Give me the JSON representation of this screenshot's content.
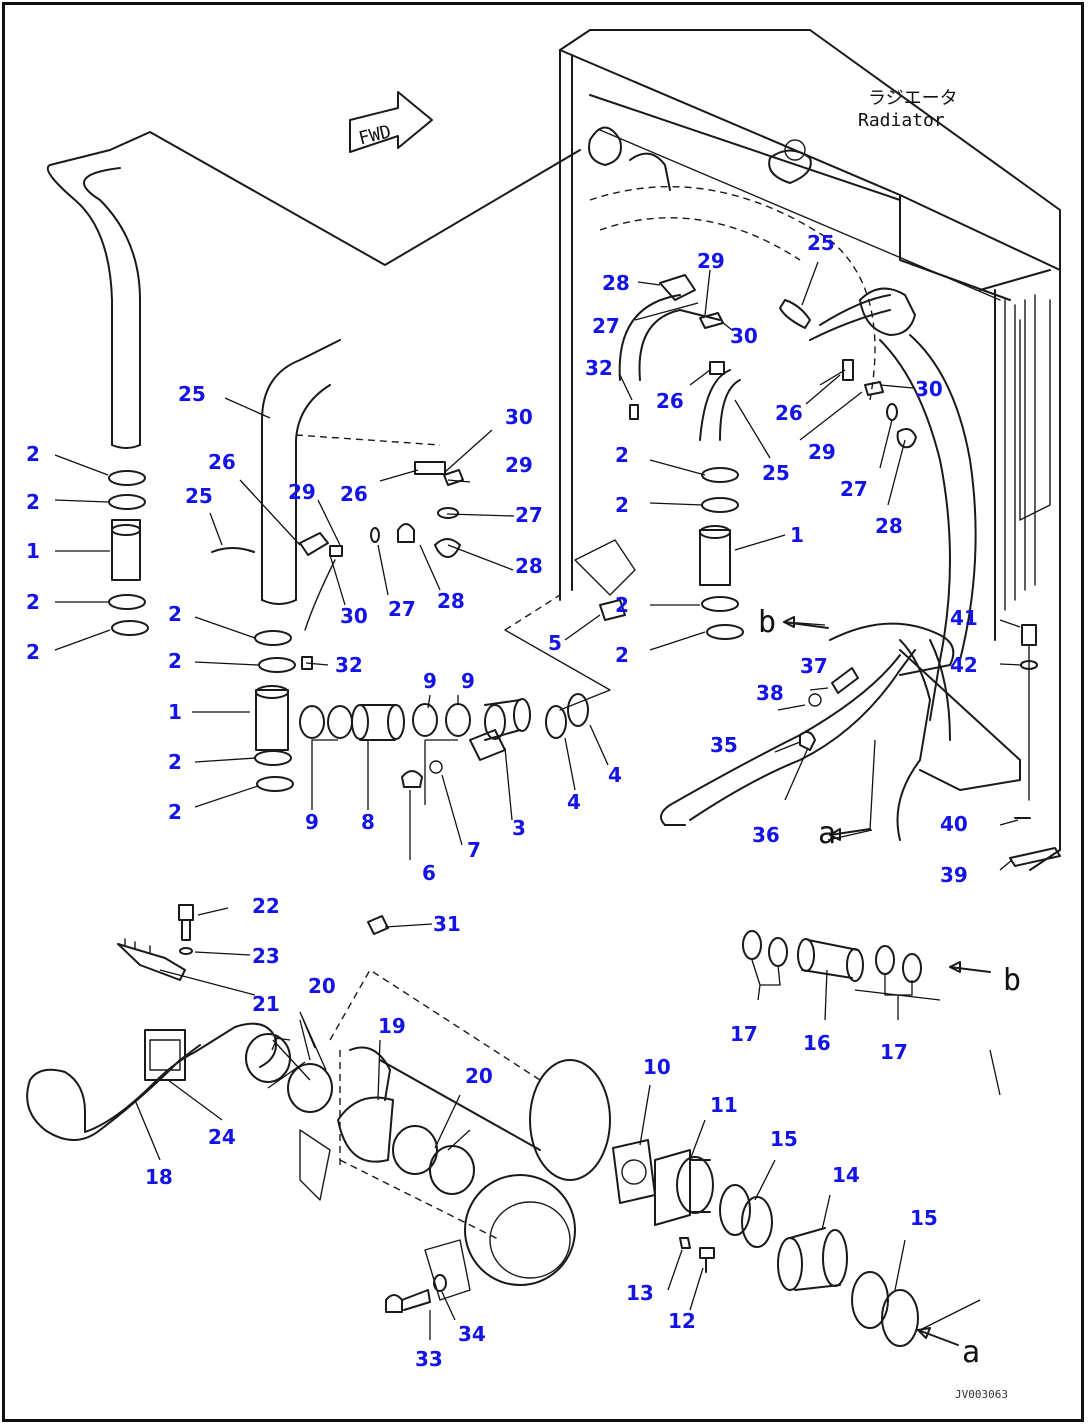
{
  "radiator_label_jp": "ラジエータ",
  "radiator_label_en": "Radiator",
  "fwd_label": "FWD",
  "drawing_code": "JV003063",
  "ref_a": "a",
  "ref_b": "b",
  "callouts": [
    "1",
    "2",
    "3",
    "4",
    "5",
    "6",
    "7",
    "8",
    "9",
    "10",
    "11",
    "12",
    "13",
    "14",
    "15",
    "16",
    "17",
    "18",
    "19",
    "20",
    "21",
    "22",
    "23",
    "24",
    "25",
    "26",
    "27",
    "28",
    "29",
    "30",
    "31",
    "32",
    "33",
    "34",
    "35",
    "36",
    "37",
    "38",
    "39",
    "40",
    "41",
    "42"
  ],
  "colors": {
    "callout": "#1414e6",
    "line": "#1a1a1a"
  }
}
